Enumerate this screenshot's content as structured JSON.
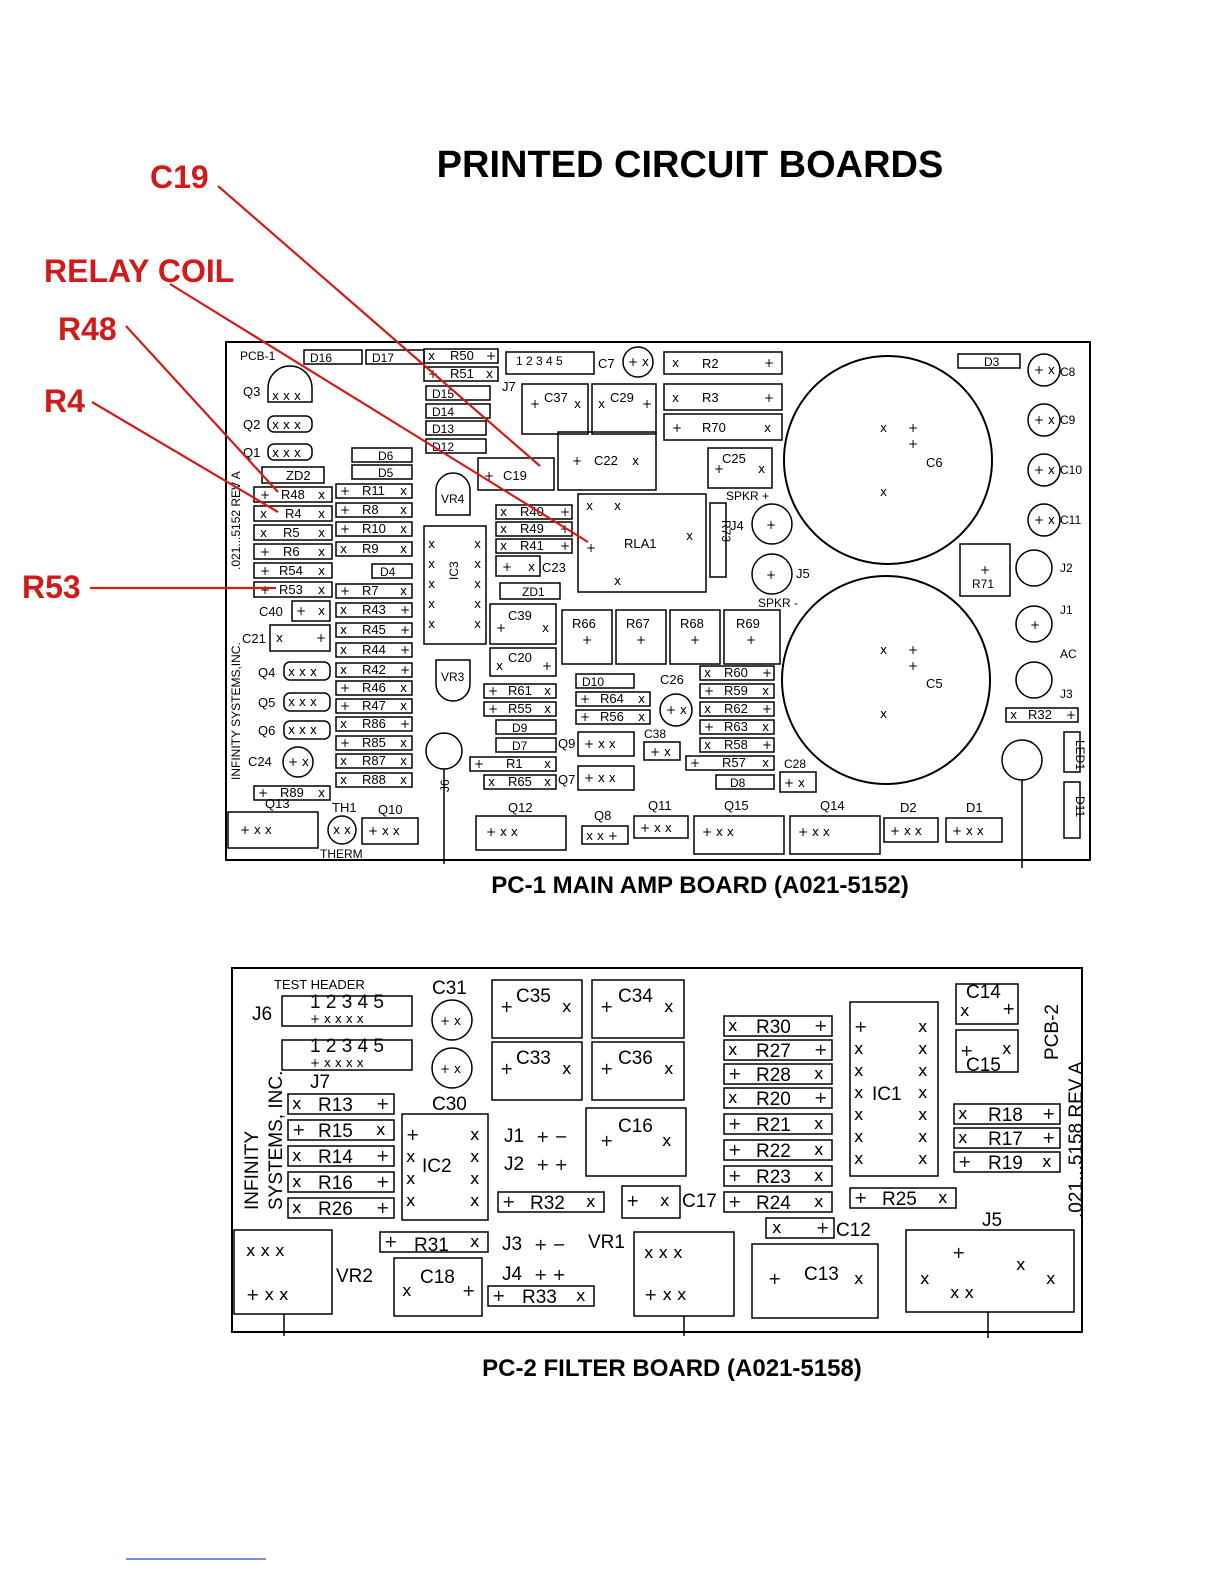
{
  "title": "PRINTED CIRCUIT BOARDS",
  "colors": {
    "callout": "#d11a1a",
    "ink": "#000000",
    "board_bg": "#ffffff"
  },
  "callouts": {
    "c19": "C19",
    "relay_coil": "RELAY COIL",
    "r48": "R48",
    "r4": "R4",
    "r53": "R53"
  },
  "board1": {
    "caption": "PC-1 MAIN AMP BOARD (A021-5152)",
    "pcb_label": "PCB-1",
    "side_text": "INFINITY SYSTEMS,INC.",
    "rev_text": ".021...5152 REV A",
    "parts": {
      "q3": "Q3",
      "q2": "Q2",
      "q1": "Q1",
      "zd2": "ZD2",
      "r48": "R48",
      "r4": "R4",
      "r5": "R5",
      "r6": "R6",
      "r54": "R54",
      "r53": "R53",
      "c40": "C40",
      "c21": "C21",
      "q4": "Q4",
      "q5": "Q5",
      "q6": "Q6",
      "c24": "C24",
      "r89": "R89",
      "q13": "Q13",
      "th1": "TH1",
      "therm": "THERM",
      "q10": "Q10",
      "d16": "D16",
      "d17": "D17",
      "r50": "R50",
      "r51": "R51",
      "d15": "D15",
      "d14": "D14",
      "d13": "D13",
      "d12": "D12",
      "d6": "D6",
      "d5": "D5",
      "r11": "R11",
      "r8": "R8",
      "r10": "R10",
      "r9": "R9",
      "d4": "D4",
      "r7": "R7",
      "r43": "R43",
      "r45": "R45",
      "r44": "R44",
      "r42": "R42",
      "r46": "R46",
      "r47": "R47",
      "r86": "R86",
      "r85": "R85",
      "r87": "R87",
      "r88": "R88",
      "vr4": "VR4",
      "vr3": "VR3",
      "ic3": "IC3",
      "j6": "J6",
      "c7": "C7",
      "j7": "J7",
      "c37": "C37",
      "c29": "C29",
      "c19": "C19",
      "c22": "C22",
      "r40": "R40",
      "r49": "R49",
      "r41": "R41",
      "c23": "C23",
      "zd1": "ZD1",
      "c39": "C39",
      "c20": "C20",
      "r61": "R61",
      "r55": "R55",
      "d9": "D9",
      "d7": "D7",
      "r1": "R1",
      "r65": "R65",
      "q9": "Q9",
      "q7": "Q7",
      "q12": "Q12",
      "q8": "Q8",
      "r2": "R2",
      "r3": "R3",
      "r70": "R70",
      "c25": "C25",
      "spkr_plus": "SPKR +",
      "spkr_minus": "SPKR -",
      "rla1": "RLA1",
      "r73": "R73",
      "j4": "J4",
      "j5": "J5",
      "r66": "R66",
      "r67": "R67",
      "r68": "R68",
      "r69": "R69",
      "d10": "D10",
      "r64": "R64",
      "r56": "R56",
      "c26": "C26",
      "c38": "C38",
      "r60": "R60",
      "r59": "R59",
      "r62": "R62",
      "r63": "R63",
      "r58": "R58",
      "r57": "R57",
      "d8": "D8",
      "c28": "C28",
      "q11": "Q11",
      "q15": "Q15",
      "q14": "Q14",
      "d2": "D2",
      "d1": "D1",
      "d3": "D3",
      "c6": "C6",
      "c5": "C5",
      "r71": "R71",
      "c8": "C8",
      "c9": "C9",
      "c10": "C10",
      "c11": "C11",
      "j2": "J2",
      "j1": "J1",
      "ac": "AC",
      "j3": "J3",
      "r32": "R32",
      "led1": "LED1",
      "d11": "D11"
    }
  },
  "board2": {
    "caption": "PC-2 FILTER BOARD (A021-5158)",
    "pcb_label": "PCB-2",
    "side_text_1": "INFINITY",
    "side_text_2": "SYSTEMS, INC.",
    "rev_text": ".021...5158 REV A",
    "parts": {
      "test_header": "TEST HEADER",
      "j6": "J6",
      "j7": "J7",
      "pins": "1 2 3 4 5",
      "c31": "C31",
      "c30": "C30",
      "r13": "R13",
      "r15": "R15",
      "r14": "R14",
      "r16": "R16",
      "r26": "R26",
      "ic2": "IC2",
      "c35": "C35",
      "c34": "C34",
      "c33": "C33",
      "c36": "C36",
      "c16": "C16",
      "j1": "J1",
      "j2": "J2",
      "r32": "R32",
      "c17": "C17",
      "r31": "R31",
      "j3": "J3",
      "vr1": "VR1",
      "c18": "C18",
      "j4": "J4",
      "r33": "R33",
      "vr2": "VR2",
      "r30": "R30",
      "r27": "R27",
      "r28": "R28",
      "r20": "R20",
      "r21": "R21",
      "r22": "R22",
      "r23": "R23",
      "r24": "R24",
      "c12": "C12",
      "c13": "C13",
      "ic1": "IC1",
      "r25": "R25",
      "c14": "C14",
      "c15": "C15",
      "r18": "R18",
      "r17": "R17",
      "r19": "R19",
      "j5": "J5"
    }
  }
}
